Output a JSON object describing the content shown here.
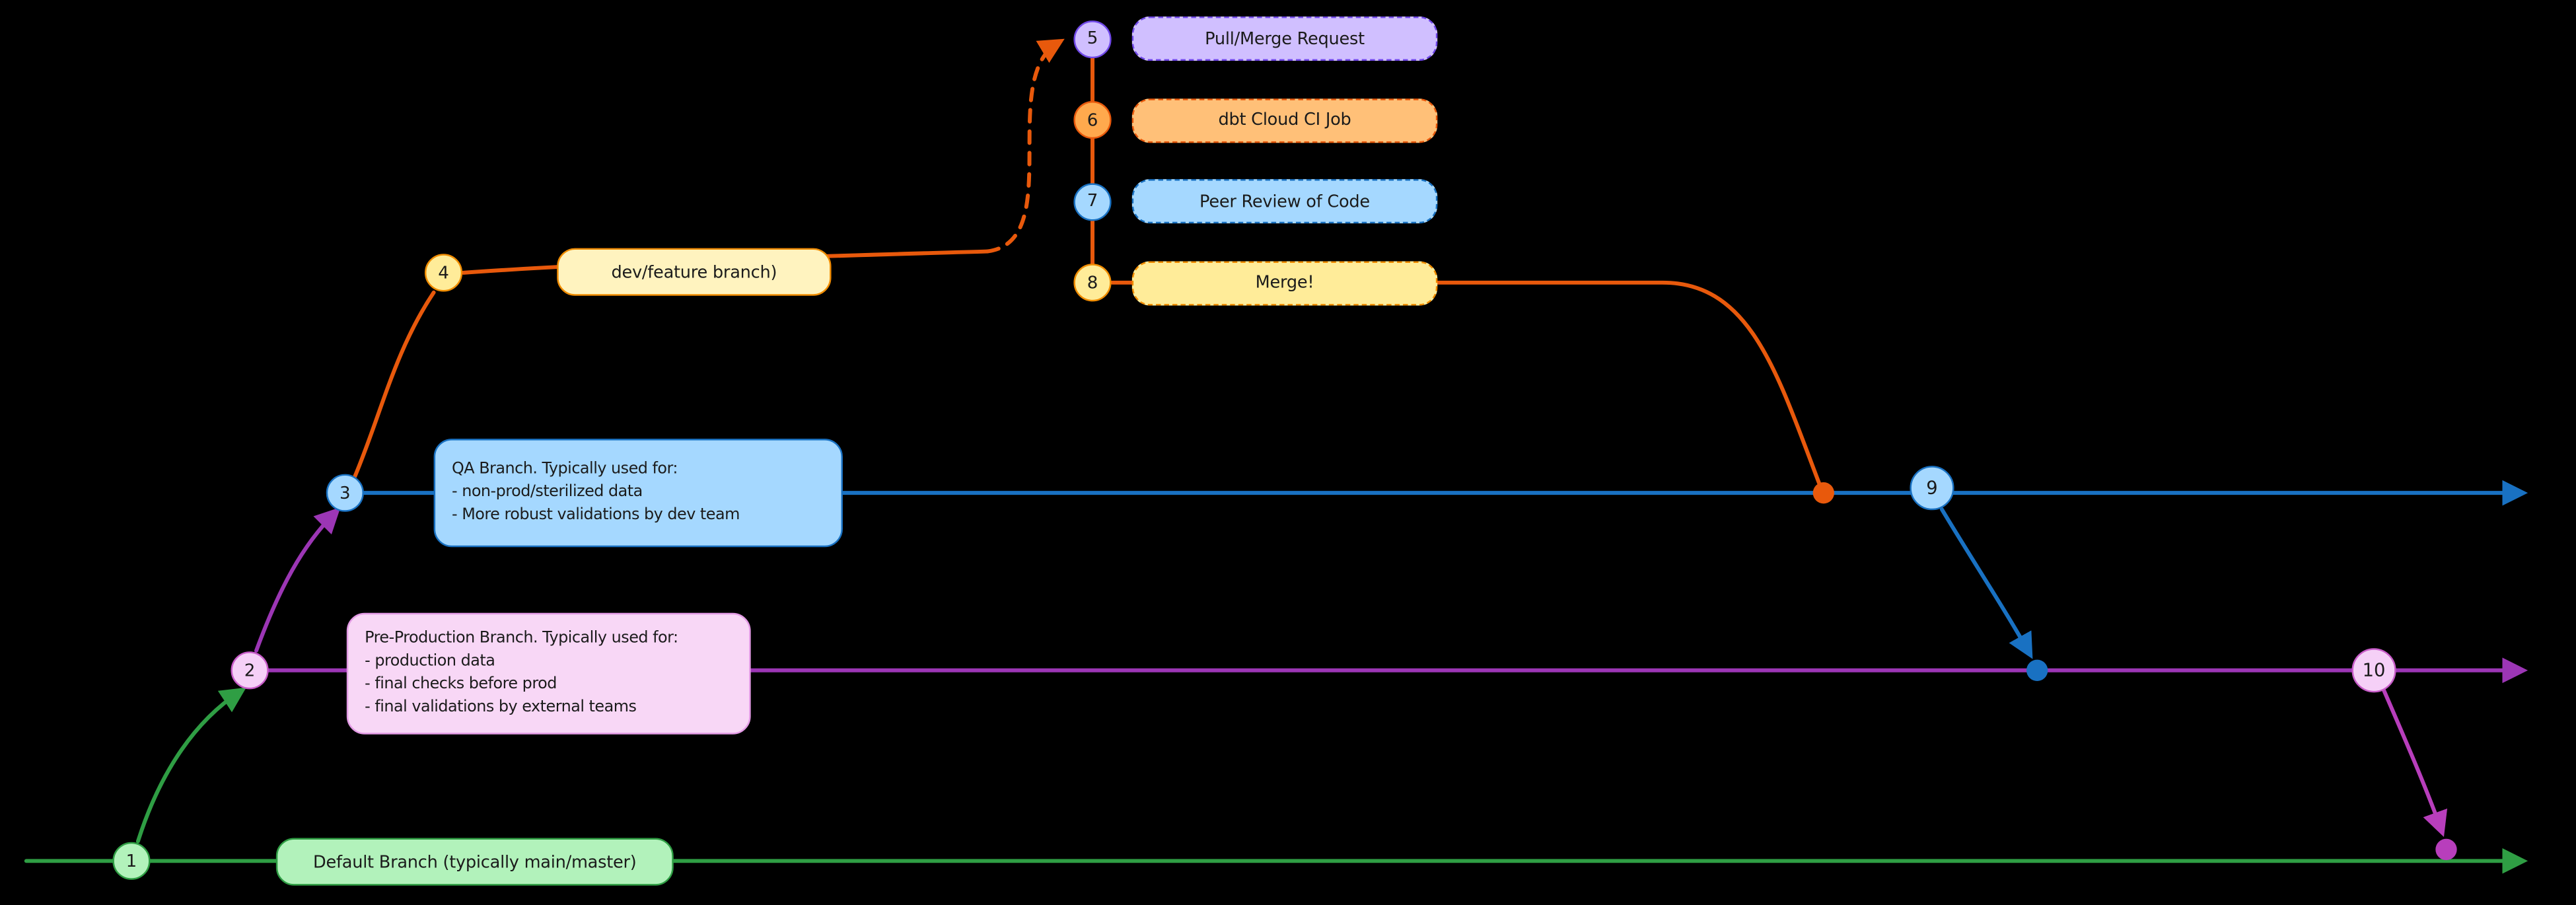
{
  "nodes": {
    "n1": "1",
    "n2": "2",
    "n3": "3",
    "n4": "4",
    "n5": "5",
    "n6": "6",
    "n7": "7",
    "n8": "8",
    "n9": "9",
    "n10": "10"
  },
  "branches": {
    "default": {
      "label": "Default Branch (typically main/master)"
    },
    "preprod": {
      "lines": [
        "Pre-Production Branch. Typically used for:",
        "- production data",
        "- final checks before prod",
        "- final validations by external teams"
      ]
    },
    "qa": {
      "lines": [
        "QA Branch. Typically used for:",
        "- non-prod/sterilized data",
        "- More robust validations by dev team"
      ]
    },
    "dev": {
      "label": "dev/feature branch)"
    }
  },
  "steps": {
    "pull_request": "Pull/Merge Request",
    "ci_job": "dbt Cloud CI Job",
    "peer_review": "Peer Review of Code",
    "merge": "Merge!"
  },
  "colors": {
    "background": "#000000",
    "green": "#2f9e44",
    "blue": "#1971c2",
    "purple": "#9c36b5",
    "orange": "#e8590c",
    "yellow": "#f08c00",
    "violet": "#7048e8",
    "magenta": "#b83ebc"
  }
}
